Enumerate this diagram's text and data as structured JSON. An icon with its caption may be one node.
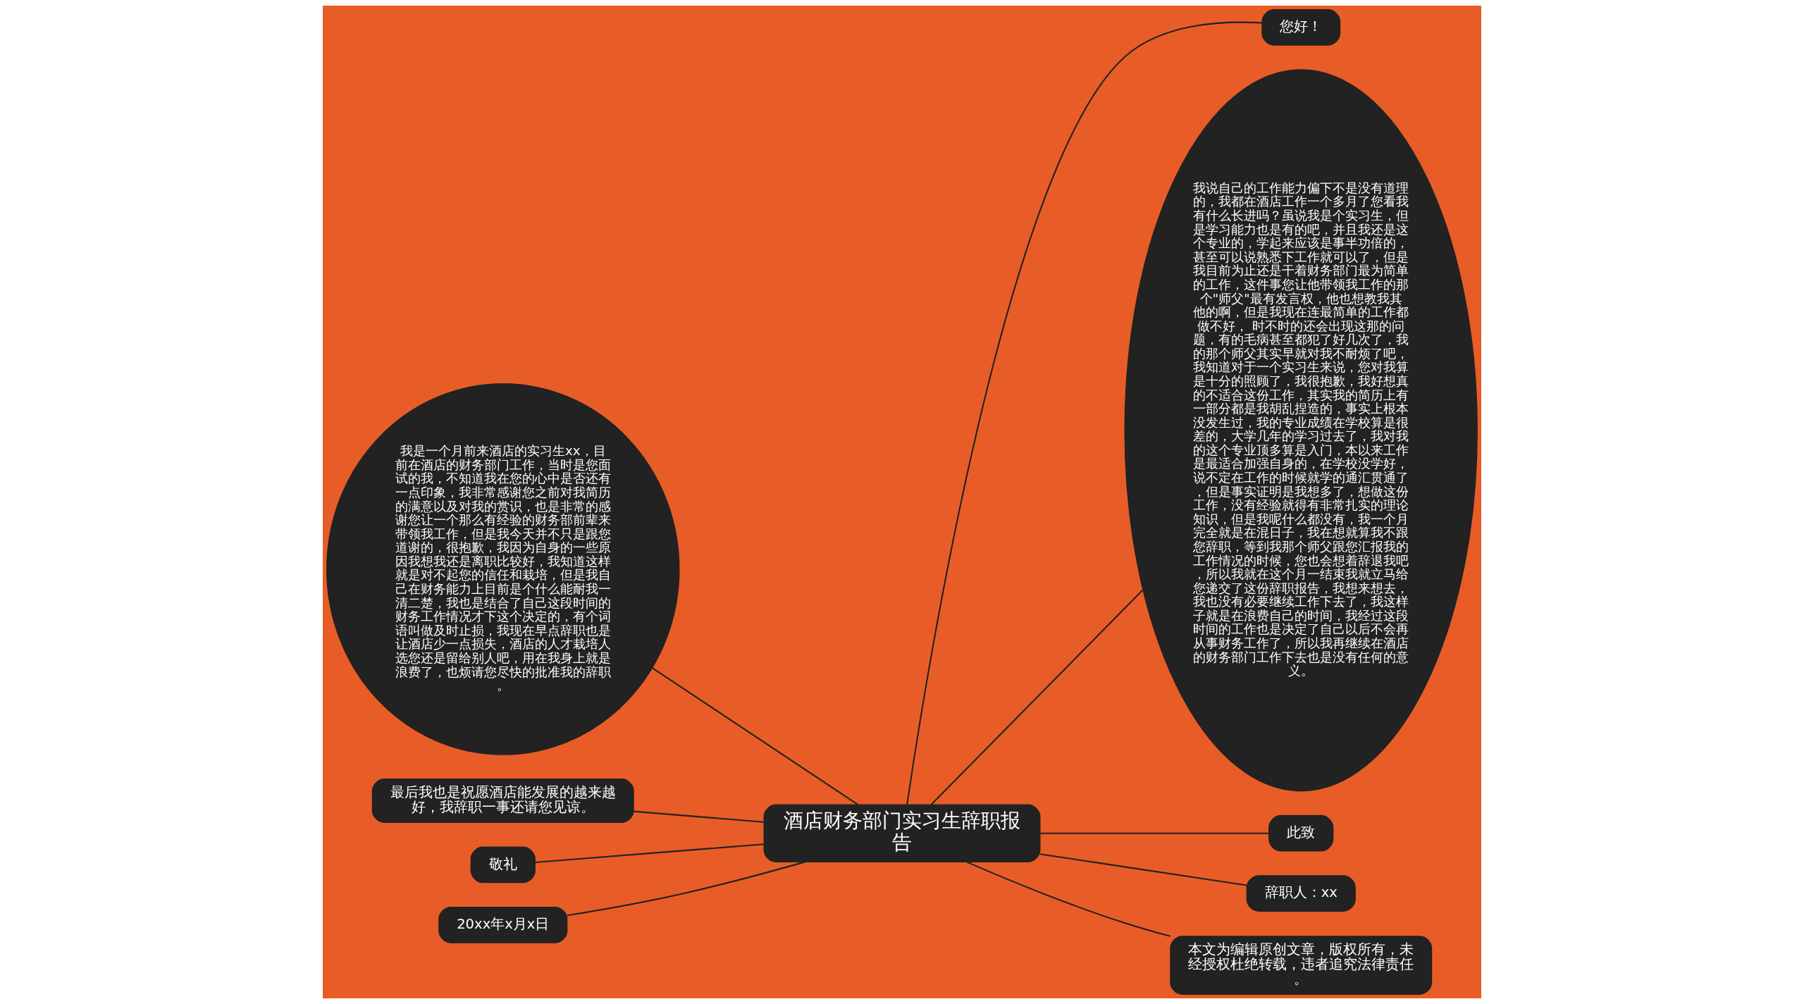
{
  "diagram": {
    "nodes": [
      {
        "text": [
          "酒店财务部门实习生辞职报告"
        ]
      },
      {
        "text": [
          "您好！"
        ]
      },
      {
        "text": [
          "我是一个月前来酒店的实习生xx，目前在酒店的财务部门工作，当时是您面试的我，不知道我在您的心中是否还有一点印象，我非常感谢您之前对我简历的满意以及对我的赏识，也是非常的感谢您让一个那么有经验的财务部前辈来带领我工作，但是我今天并不只是跟您道谢的，很抱歉，我因为自身的一些原因我想我还是离职比较好，我知道这样就是对不起您的信任和栽培，但是我自己在财务能力上目前是个什么能耐我一清二楚，我也是结合了自己这段时间的财务工作情况才下这个决定的，有个词语叫做及时止损，我现在早点辞职也是让酒店少一点损失，酒店的人才栽培人选您还是留给别人吧，用在我身上就是浪费了，也烦请您尽快的批准我的辞职。"
        ]
      },
      {
        "text": [
          "我说自己的工作能力偏下不是没有道理的，我都在酒店工作一个多月了您看我有什么长进吗？虽说我是个实习生，但是学习能力也是有的吧，并且我还是这个专业的，学起来应该是事半功倍的，甚至可以说熟悉下工作就可以了，但是我目前为止还是干着财务部门最为简单的工作，这件事您让他带领我工作的那个\"师父\"最有发言权，他也想教我其他的啊，但是我现在连最简单的工作都做不好， 时不时的还会出现这那的问题，有的毛病甚至都犯了好几次了，我的那个师父其实早就对我不耐烦了吧，我知道对于一个实习生来说，您对我算是十分的照顾了，我很抱歉，我好想真的不适合这份工作，其实我的简历上有一部分都是我胡乱捏造的，事实上根本没发生过，我的专业成绩在学校算是很差的，大学几年的学习过去了，我对我的这个专业顶多算是入门，本以来工作是最适合加强自身的，在学校没学好，说不定在工作的时候就学的通汇贯通了，但是事实证明是我想多了，想做这份工作，没有经验就得有非常扎实的理论知识，但是我呢什么都没有，我一个月完全就是在混日子，我在想就算我不跟您辞职，等到我那个师父跟您汇报我的工作情况的时候，您也会想着辞退我吧，所以我就在这个月一结束我就立马给您递交了这份辞职报告，我想来想去，我也没有必要继续工作下去了，我这样子就是在浪费自己的时间，我经过这段时间的工作也是决定了自己以后不会再从事财务工作了，所以我再继续在酒店的财务部门工作下去也是没有任何的意义。"
        ]
      },
      {
        "text": [
          "最后我也是祝愿酒店能发展的越来越好，我辞职一事还请您见谅。"
        ]
      },
      {
        "text": [
          "敬礼"
        ]
      },
      {
        "text": [
          "20xx年x月x日"
        ]
      },
      {
        "text": [
          "此致"
        ]
      },
      {
        "text": [
          "辞职人：xx"
        ]
      },
      {
        "text": [
          "本文为编辑原创文章，版权所有，未经授权杜绝转载，违者追究法律责任。"
        ]
      }
    ],
    "edges": [
      {
        "from": 0,
        "to": 1,
        "arrow": "none"
      },
      {
        "from": 0,
        "to": 2,
        "arrow": "none"
      },
      {
        "from": 0,
        "to": 3,
        "arrow": "none"
      },
      {
        "from": 0,
        "to": 4,
        "arrow": "none"
      },
      {
        "from": 0,
        "to": 5,
        "arrow": "none"
      },
      {
        "from": 0,
        "to": 6,
        "arrow": "none"
      },
      {
        "from": 0,
        "to": 7,
        "arrow": "none"
      },
      {
        "from": 0,
        "to": 8,
        "arrow": "none"
      },
      {
        "from": 0,
        "to": 9,
        "arrow": "none"
      }
    ]
  }
}
